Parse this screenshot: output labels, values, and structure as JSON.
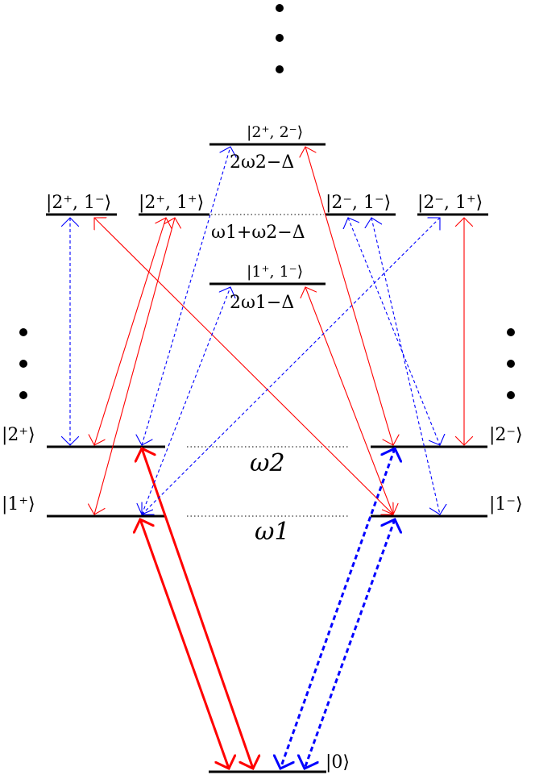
{
  "levels": {
    "ground": "|0⟩",
    "one_plus": "|1⁺⟩",
    "one_minus": "|1⁻⟩",
    "two_plus": "|2⁺⟩",
    "two_minus": "|2⁻⟩",
    "two_plus_one_minus": "|2⁺, 1⁻⟩",
    "two_plus_one_plus": "|2⁺, 1⁺⟩",
    "two_minus_one_minus": "|2⁻, 1⁻⟩",
    "two_minus_one_plus": "|2⁻, 1⁺⟩",
    "one_plus_one_minus": "|1⁺, 1⁻⟩",
    "two_plus_two_minus": "|2⁺, 2⁻⟩"
  },
  "energies": {
    "omega1": "ω1",
    "omega2": "ω2",
    "two_omega1_delta": "2ω1−Δ",
    "omega1_omega2_delta": "ω1+ω2−Δ",
    "two_omega2_delta": "2ω2−Δ"
  },
  "colors": {
    "plus_transition": "#ff0000",
    "minus_transition": "#0000ff",
    "level": "#000000"
  }
}
